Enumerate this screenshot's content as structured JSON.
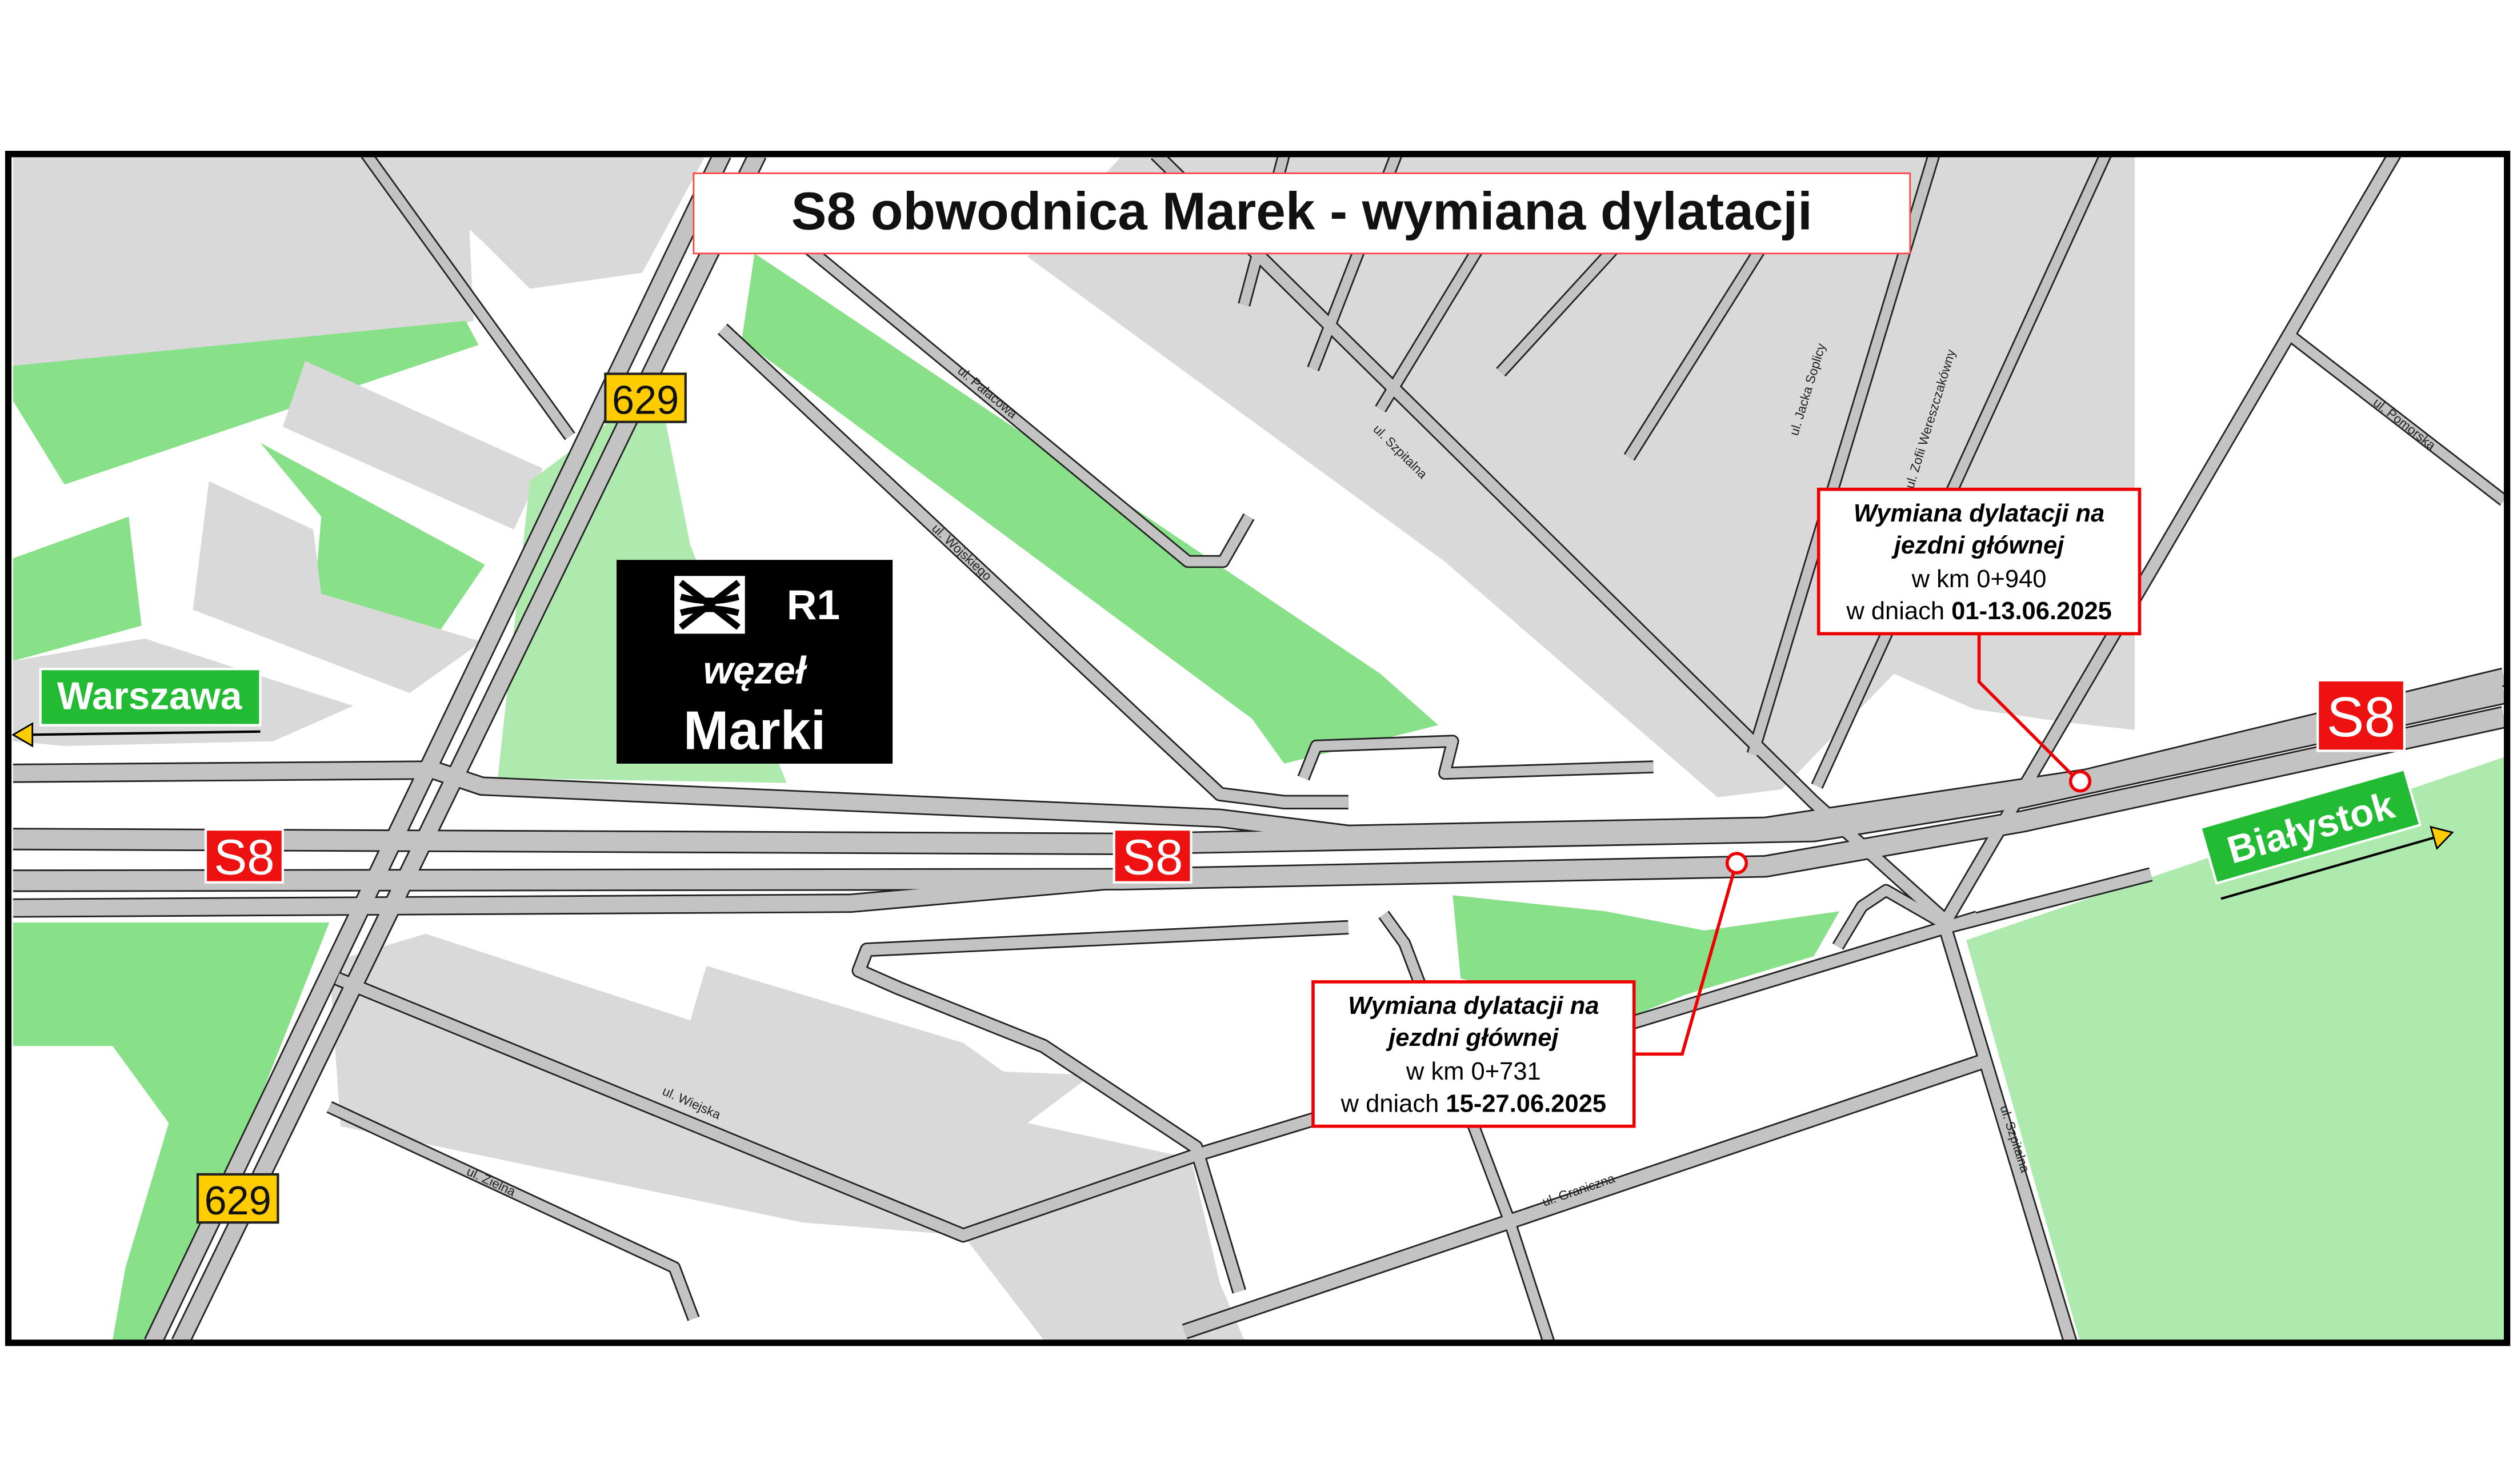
{
  "title": "S8 obwodnica Marek - wymiana dylatacji",
  "colors": {
    "road_sign_red": "#ee1111",
    "regional_yellow": "#ffcc00",
    "direction_green": "#22bb33",
    "callout_red": "#ee0000",
    "building_gray": "#d9d9d9",
    "park_green": "#88e088"
  },
  "shields": {
    "s8": "S8",
    "route629": "629"
  },
  "interchange": {
    "icon": "interchange-icon",
    "code": "R1",
    "type": "węzeł",
    "name": "Marki"
  },
  "directions": {
    "west": "Warszawa",
    "east": "Białystok"
  },
  "callouts": [
    {
      "line1": "Wymiana dylatacji na",
      "line2": "jezdni głównej",
      "km": "w km 0+940",
      "dates_prefix": "w dniach ",
      "dates": "01-13.06.2025"
    },
    {
      "line1": "Wymiana dylatacji na",
      "line2": "jezdni głównej",
      "km": "w km 0+731",
      "dates_prefix": "w dniach ",
      "dates": "15-27.06.2025"
    }
  ],
  "streets": {
    "palacowa": "ul. Pałacowa",
    "wojskiego": "ul. Wojskiego",
    "szpitalna": "ul. Szpitalna",
    "soplicy": "ul. Jacka Soplicy",
    "wereszczakowny": "ul. Zofii Wereszczakówny",
    "pomorska": "ul. Pomorska",
    "wiejska": "ul. Wiejska",
    "zielna": "ul. Zielna",
    "graniczna": "ul. Graniczna",
    "szpitalna_south": "ul. Szpitalna"
  }
}
